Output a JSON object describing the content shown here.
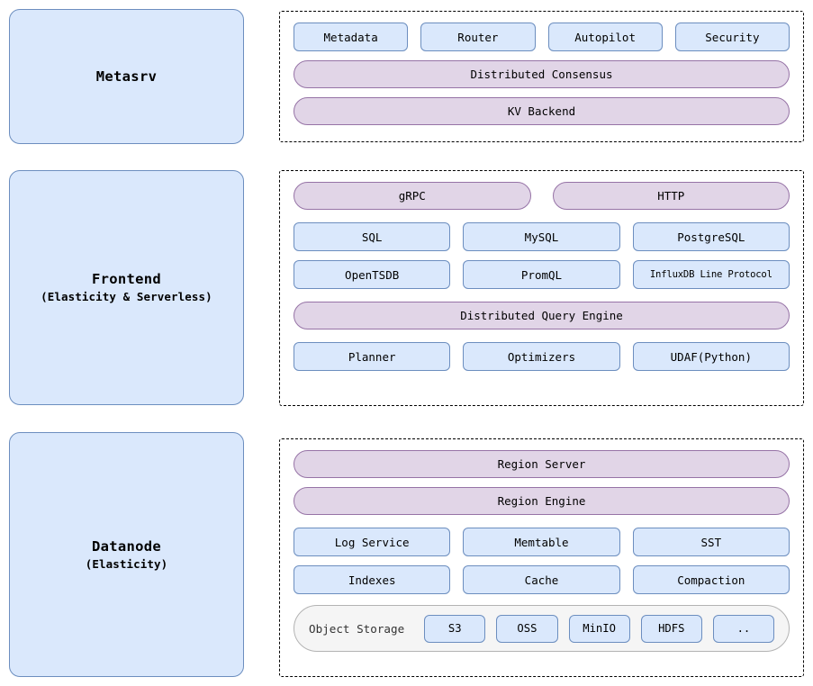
{
  "palette": {
    "box_fill": "#dae8fc",
    "box_stroke": "#6c8ebf",
    "pill_fill": "#e1d5e7",
    "pill_stroke": "#9673a6",
    "storage_fill": "#f5f5f5",
    "storage_stroke": "#b3b3b3",
    "container_stroke": "#000000",
    "text": "#000000"
  },
  "sections": [
    {
      "id": "metasrv",
      "panel": {
        "title": "Metasrv",
        "subtitle": ""
      },
      "rows": [
        {
          "kind": "boxes",
          "items": [
            "Metadata",
            "Router",
            "Autopilot",
            "Security"
          ]
        },
        {
          "kind": "pills",
          "items": [
            "Distributed Consensus"
          ]
        },
        {
          "kind": "pills",
          "items": [
            "KV Backend"
          ]
        }
      ]
    },
    {
      "id": "frontend",
      "panel": {
        "title": "Frontend",
        "subtitle": "(Elasticity & Serverless)"
      },
      "rows": [
        {
          "kind": "pills",
          "items": [
            "gRPC",
            "HTTP"
          ]
        },
        {
          "kind": "boxes",
          "items": [
            "SQL",
            "MySQL",
            "PostgreSQL"
          ]
        },
        {
          "kind": "boxes",
          "items": [
            "OpenTSDB",
            "PromQL",
            "InfluxDB Line Protocol"
          ]
        },
        {
          "kind": "pills",
          "items": [
            "Distributed Query Engine"
          ]
        },
        {
          "kind": "boxes",
          "items": [
            "Planner",
            "Optimizers",
            "UDAF(Python)"
          ]
        }
      ]
    },
    {
      "id": "datanode",
      "panel": {
        "title": "Datanode",
        "subtitle": "(Elasticity)"
      },
      "rows": [
        {
          "kind": "pills",
          "items": [
            "Region Server"
          ]
        },
        {
          "kind": "pills",
          "items": [
            "Region Engine"
          ]
        },
        {
          "kind": "boxes",
          "items": [
            "Log Service",
            "Memtable",
            "SST"
          ]
        },
        {
          "kind": "boxes",
          "items": [
            "Indexes",
            "Cache",
            "Compaction"
          ]
        }
      ],
      "storage": {
        "label": "Object Storage",
        "backends": [
          "S3",
          "OSS",
          "MinIO",
          "HDFS",
          ".."
        ]
      }
    }
  ]
}
